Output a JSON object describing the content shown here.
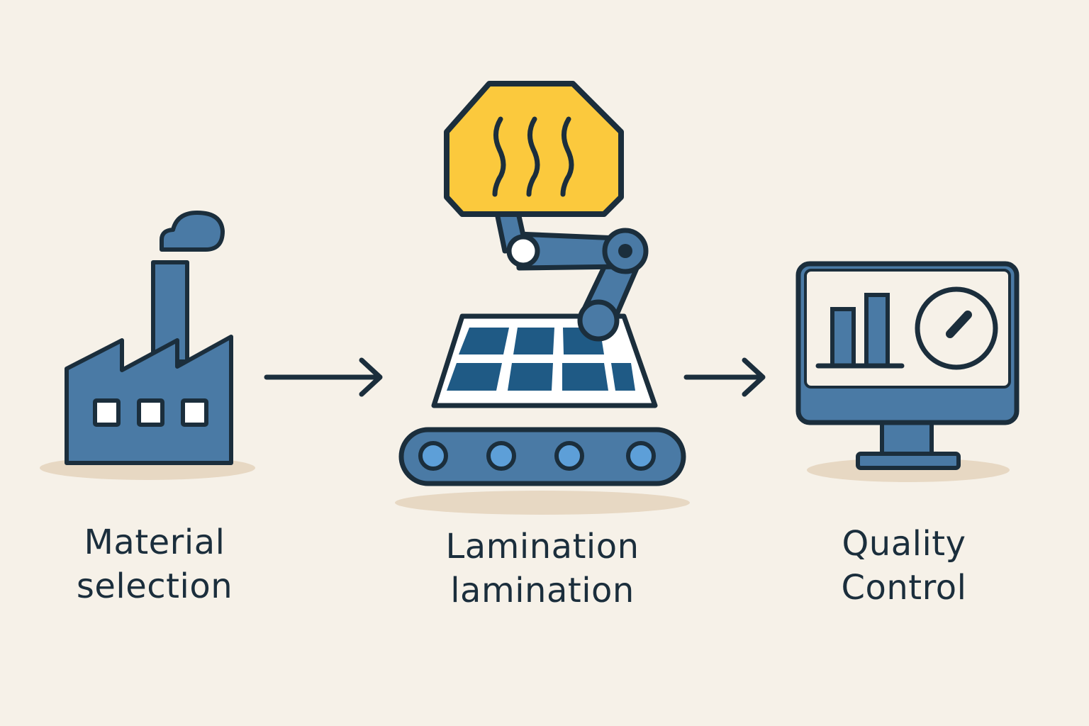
{
  "colors": {
    "background": "#F6F1E8",
    "outline": "#1B2E3C",
    "blue": "#4A7AA5",
    "dark_blue": "#1F5A85",
    "light_blue": "#5D9FD8",
    "yellow": "#FBC93D",
    "shadow": "#E7D8C3",
    "white": "#FFFFFF"
  },
  "icons": {
    "step1": "factory-icon",
    "step2": "lamination-robot-icon",
    "step3": "quality-monitor-icon",
    "arrow": "arrow-right-icon"
  },
  "steps": [
    {
      "line1": "Material",
      "line2": "selection"
    },
    {
      "line1": "Lamination",
      "line2": "lamination"
    },
    {
      "line1": "Quality",
      "line2": "Control"
    }
  ]
}
